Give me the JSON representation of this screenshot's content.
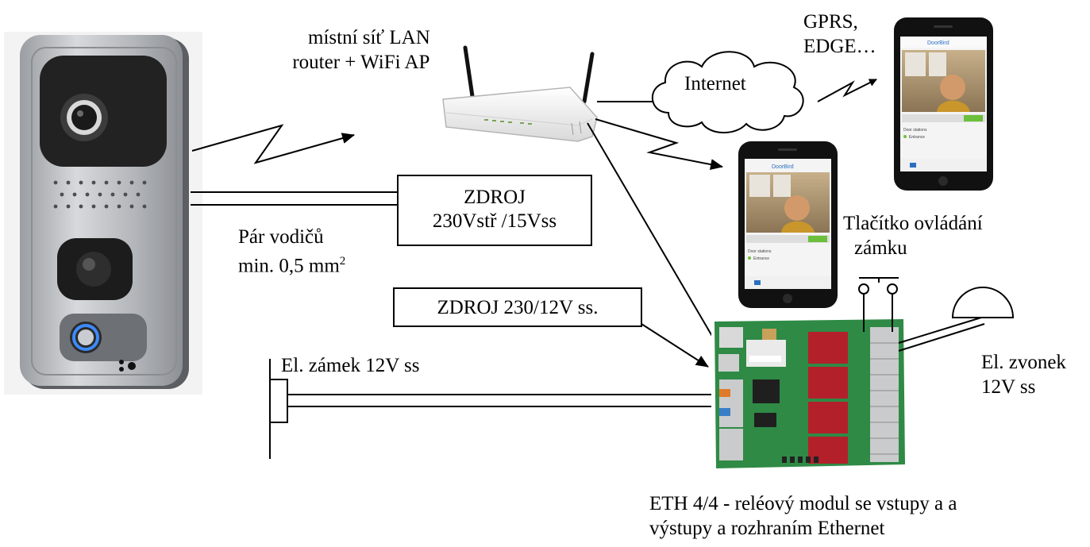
{
  "labels": {
    "lan_line1": "místní síť LAN",
    "lan_line2": "router + WiFi AP",
    "gprs_line1": "GPRS,",
    "gprs_line2": "EDGE…",
    "internet": "Internet",
    "pair_line1": "Pár vodičů",
    "pair_line2_base": "min. 0,5 mm",
    "pair_line2_sup": "2",
    "button_line1": "Tlačítko ovládání",
    "button_line2": "zámku",
    "lock": "El. zámek 12V ss",
    "bell_line1": "El. zvonek",
    "bell_line2": "12V ss",
    "module_line1": "ETH 4/4 - reléový modul se vstupy a a",
    "module_line2": "výstupy a rozhraním Ethernet"
  },
  "boxes": {
    "psu1_line1": "ZDROJ",
    "psu1_line2": "230Vstř /15Vss",
    "psu2": "ZDROJ 230/12V ss."
  },
  "phone_app": {
    "brand": "DoorBird",
    "station": "Door stations",
    "entrance": "Entrance"
  },
  "colors": {
    "panel_metal": "#b9bcc0",
    "panel_dark": "#2b2b2b",
    "led_ring": "#3d8bff",
    "pcb_green": "#2f8a45",
    "relay_red": "#b3202a",
    "terminal_grey": "#c9cbcc",
    "router_white": "#f1f1f1",
    "phone_black": "#111111",
    "app_blue": "#2a6fbf"
  }
}
